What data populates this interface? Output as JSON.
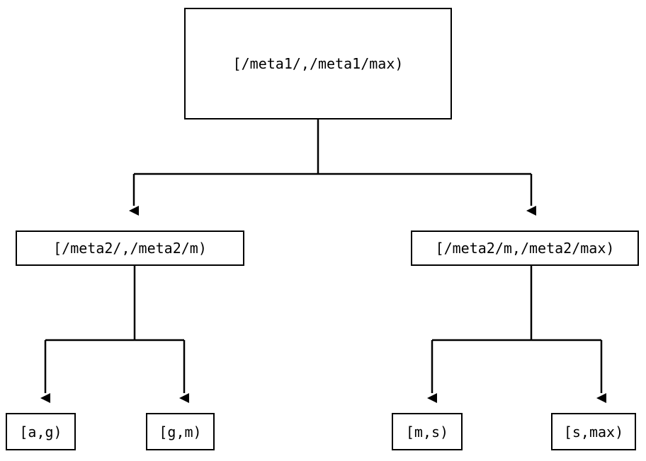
{
  "diagram": {
    "type": "tree",
    "title": "",
    "orientation": "top-down",
    "colors": {
      "background": "#ffffff",
      "stroke": "#000000",
      "text": "#000000",
      "node_fill": "#ffffff"
    },
    "nodes": {
      "root": {
        "label": "[/meta1/,/meta1/max)",
        "level": 0
      },
      "mid_left": {
        "label": "[/meta2/,/meta2/m)",
        "level": 1
      },
      "mid_right": {
        "label": "[/meta2/m,/meta2/max)",
        "level": 1
      },
      "leaf_ag": {
        "label": "[a,g)",
        "level": 2
      },
      "leaf_gm": {
        "label": "[g,m)",
        "level": 2
      },
      "leaf_ms": {
        "label": "[m,s)",
        "level": 2
      },
      "leaf_smax": {
        "label": "[s,max)",
        "level": 2
      }
    },
    "edges": [
      {
        "from": "root",
        "to": "mid_left",
        "arrow": "down"
      },
      {
        "from": "root",
        "to": "mid_right",
        "arrow": "down"
      },
      {
        "from": "mid_left",
        "to": "leaf_ag",
        "arrow": "down"
      },
      {
        "from": "mid_left",
        "to": "leaf_gm",
        "arrow": "down"
      },
      {
        "from": "mid_right",
        "to": "leaf_ms",
        "arrow": "down"
      },
      {
        "from": "mid_right",
        "to": "leaf_smax",
        "arrow": "down"
      }
    ]
  }
}
